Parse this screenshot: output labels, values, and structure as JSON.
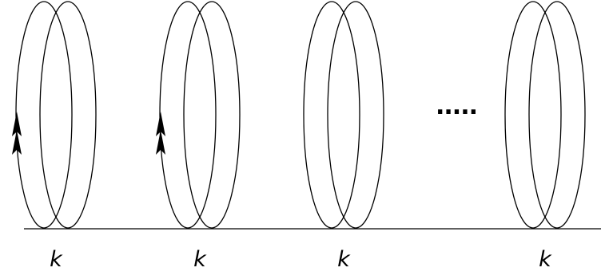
{
  "diagram": {
    "rings": [
      {
        "label": "k",
        "has_double_arrow": true
      },
      {
        "label": "k",
        "has_double_arrow": true
      },
      {
        "label": "k",
        "has_double_arrow": false
      },
      {
        "label": "k",
        "has_double_arrow": false
      }
    ],
    "gap_text": ".....",
    "stroke_color": "#000000",
    "background_color": "#ffffff"
  }
}
